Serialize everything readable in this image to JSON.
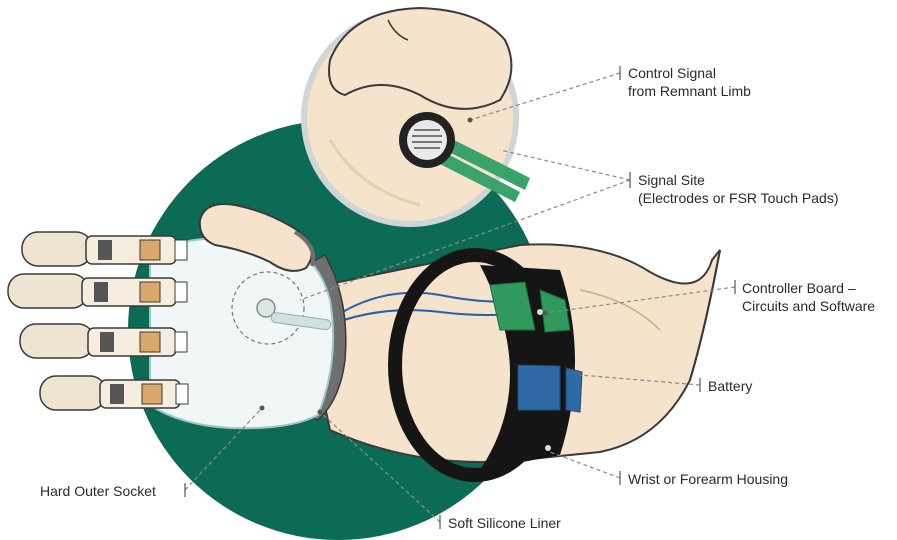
{
  "colors": {
    "background": "#ffffff",
    "green_circle": "#0c6b55",
    "skin": "#f6e3cc",
    "skin_shadow": "#e8cdae",
    "outline": "#3a3a3a",
    "socket": "#f1f6f6",
    "socket_edge": "#9ec7c8",
    "housing": "#151515",
    "controller_board": "#2f9a5c",
    "battery": "#2f6aa6",
    "wire_blue": "#2a5fb0",
    "sensor_green": "#3aa36a",
    "leader_line": "#8a8a8a"
  },
  "diagram": {
    "labels": {
      "control_signal": [
        "Control Signal",
        "from Remnant Limb"
      ],
      "signal_site": [
        "Signal Site",
        "(Electrodes or FSR Touch Pads)"
      ],
      "controller_board": [
        "Controller Board –",
        "Circuits and Software"
      ],
      "battery": [
        "Battery"
      ],
      "wrist_housing": [
        "Wrist or Forearm Housing"
      ],
      "hard_outer_socket": [
        "Hard Outer Socket"
      ],
      "soft_silicone_liner": [
        "Soft Silicone Liner"
      ]
    }
  }
}
